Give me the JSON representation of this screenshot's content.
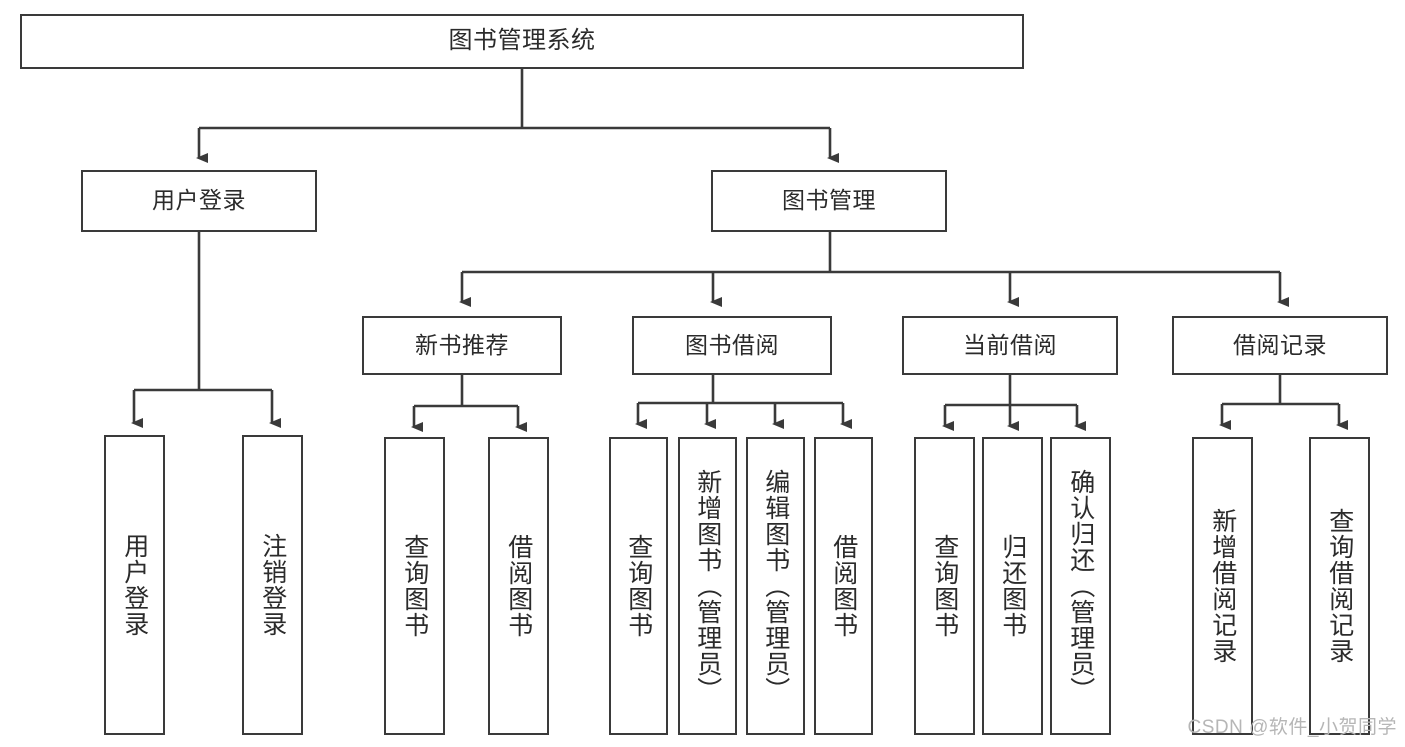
{
  "diagram": {
    "title_text": "图书管理系统",
    "watermark": "CSDN @软件_小贺同学",
    "line_color": "#3a3a3a",
    "box_border_color": "#3a3a3a",
    "box_fill": "#ffffff",
    "text_color": "#2b2b2b",
    "root": {
      "label": "图书管理系统"
    },
    "level2": [
      {
        "label": "用户登录"
      },
      {
        "label": "图书管理"
      }
    ],
    "level3": [
      {
        "label": "新书推荐"
      },
      {
        "label": "图书借阅"
      },
      {
        "label": "当前借阅"
      },
      {
        "label": "借阅记录"
      }
    ],
    "leaves": {
      "user_login": [
        {
          "label": "用户登录"
        },
        {
          "label": "注销登录"
        }
      ],
      "new_book_recommend": [
        {
          "label": "查询图书"
        },
        {
          "label": "借阅图书"
        }
      ],
      "book_borrow": [
        {
          "label": "查询图书"
        },
        {
          "label": "新增图书（管理员）"
        },
        {
          "label": "编辑图书（管理员）"
        },
        {
          "label": "借阅图书"
        }
      ],
      "current_borrow": [
        {
          "label": "查询图书"
        },
        {
          "label": "归还图书"
        },
        {
          "label": "确认归还（管理员）"
        }
      ],
      "borrow_record": [
        {
          "label": "新增借阅记录"
        },
        {
          "label": "查询借阅记录"
        }
      ]
    }
  }
}
